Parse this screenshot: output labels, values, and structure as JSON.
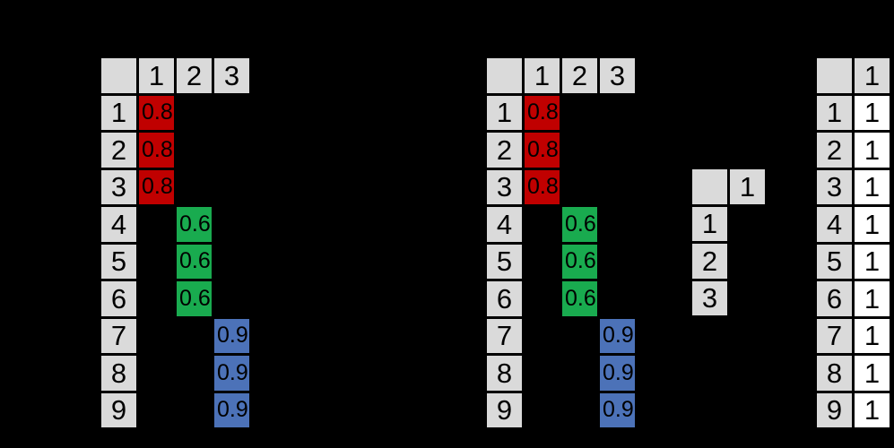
{
  "figure": {
    "description": "Four data grids on black background showing matrices with block-diagonal colored values and unit vectors",
    "palette": {
      "background": "#000000",
      "header_bg": "#DADADA",
      "value_red": "#C00000",
      "value_green": "#19AB4F",
      "value_blue": "#4C72B8",
      "value_white": "#FFFFFF",
      "text": "#000000"
    },
    "tables": [
      {
        "name": "matrix-left",
        "col_headers": [
          "",
          "1",
          "2",
          "3"
        ],
        "rows": [
          {
            "label": "1",
            "cells": [
              {
                "col": 1,
                "value": "0.8",
                "bg": "#C00000"
              }
            ]
          },
          {
            "label": "2",
            "cells": [
              {
                "col": 1,
                "value": "0.8",
                "bg": "#C00000"
              }
            ]
          },
          {
            "label": "3",
            "cells": [
              {
                "col": 1,
                "value": "0.8",
                "bg": "#C00000"
              }
            ]
          },
          {
            "label": "4",
            "cells": [
              {
                "col": 2,
                "value": "0.6",
                "bg": "#19AB4F"
              }
            ]
          },
          {
            "label": "5",
            "cells": [
              {
                "col": 2,
                "value": "0.6",
                "bg": "#19AB4F"
              }
            ]
          },
          {
            "label": "6",
            "cells": [
              {
                "col": 2,
                "value": "0.6",
                "bg": "#19AB4F"
              }
            ]
          },
          {
            "label": "7",
            "cells": [
              {
                "col": 3,
                "value": "0.9",
                "bg": "#4C72B8"
              }
            ]
          },
          {
            "label": "8",
            "cells": [
              {
                "col": 3,
                "value": "0.9",
                "bg": "#4C72B8"
              }
            ]
          },
          {
            "label": "9",
            "cells": [
              {
                "col": 3,
                "value": "0.9",
                "bg": "#4C72B8"
              }
            ]
          }
        ]
      },
      {
        "name": "matrix-middle",
        "col_headers": [
          "",
          "1",
          "2",
          "3"
        ],
        "rows": [
          {
            "label": "1",
            "cells": [
              {
                "col": 1,
                "value": "0.8",
                "bg": "#C00000"
              }
            ]
          },
          {
            "label": "2",
            "cells": [
              {
                "col": 1,
                "value": "0.8",
                "bg": "#C00000"
              }
            ]
          },
          {
            "label": "3",
            "cells": [
              {
                "col": 1,
                "value": "0.8",
                "bg": "#C00000"
              }
            ]
          },
          {
            "label": "4",
            "cells": [
              {
                "col": 2,
                "value": "0.6",
                "bg": "#19AB4F"
              }
            ]
          },
          {
            "label": "5",
            "cells": [
              {
                "col": 2,
                "value": "0.6",
                "bg": "#19AB4F"
              }
            ]
          },
          {
            "label": "6",
            "cells": [
              {
                "col": 2,
                "value": "0.6",
                "bg": "#19AB4F"
              }
            ]
          },
          {
            "label": "7",
            "cells": [
              {
                "col": 3,
                "value": "0.9",
                "bg": "#4C72B8"
              }
            ]
          },
          {
            "label": "8",
            "cells": [
              {
                "col": 3,
                "value": "0.9",
                "bg": "#4C72B8"
              }
            ]
          },
          {
            "label": "9",
            "cells": [
              {
                "col": 3,
                "value": "0.9",
                "bg": "#4C72B8"
              }
            ]
          }
        ]
      },
      {
        "name": "vector-small",
        "col_headers": [
          "",
          "1"
        ],
        "rows": [
          {
            "label": "1",
            "cells": []
          },
          {
            "label": "2",
            "cells": []
          },
          {
            "label": "3",
            "cells": []
          }
        ]
      },
      {
        "name": "vector-right",
        "col_headers": [
          "",
          "1"
        ],
        "rows": [
          {
            "label": "1",
            "cells": [
              {
                "col": 1,
                "value": "1",
                "bg": "#FFFFFF"
              }
            ]
          },
          {
            "label": "2",
            "cells": [
              {
                "col": 1,
                "value": "1",
                "bg": "#FFFFFF"
              }
            ]
          },
          {
            "label": "3",
            "cells": [
              {
                "col": 1,
                "value": "1",
                "bg": "#FFFFFF"
              }
            ]
          },
          {
            "label": "4",
            "cells": [
              {
                "col": 1,
                "value": "1",
                "bg": "#FFFFFF"
              }
            ]
          },
          {
            "label": "5",
            "cells": [
              {
                "col": 1,
                "value": "1",
                "bg": "#FFFFFF"
              }
            ]
          },
          {
            "label": "6",
            "cells": [
              {
                "col": 1,
                "value": "1",
                "bg": "#FFFFFF"
              }
            ]
          },
          {
            "label": "7",
            "cells": [
              {
                "col": 1,
                "value": "1",
                "bg": "#FFFFFF"
              }
            ]
          },
          {
            "label": "8",
            "cells": [
              {
                "col": 1,
                "value": "1",
                "bg": "#FFFFFF"
              }
            ]
          },
          {
            "label": "9",
            "cells": [
              {
                "col": 1,
                "value": "1",
                "bg": "#FFFFFF"
              }
            ]
          }
        ]
      }
    ]
  }
}
